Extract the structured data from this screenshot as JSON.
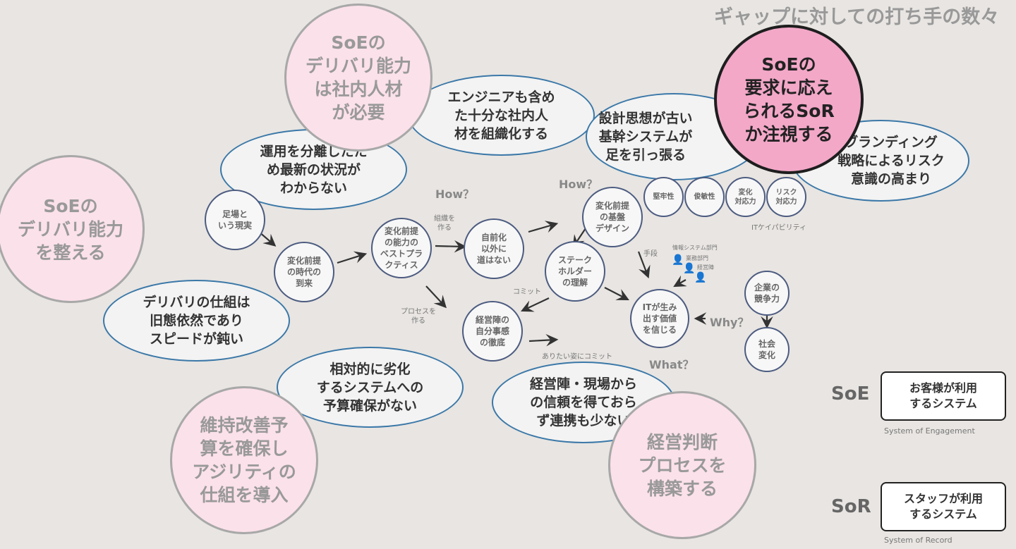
{
  "title": "ギャップに対しての打ち手の数々",
  "pink_circles": {
    "soe_talent": "SoEの\nデリバリ能力\nは社内人材\nが必要",
    "soe_delivery": "SoEの\nデリバリ能力\nを整える",
    "maintenance": "維持改善予\n算を確保し\nアジリティの\n仕組を導入",
    "management": "経営判断\nプロセスを\n構築する",
    "sor_watch": "SoEの\n要求に応え\nられるSoR\nか注視する"
  },
  "ellipses": {
    "ops": "運用を分離したた\nめ最新の状況が\nわからない",
    "engineers": "エンジニアも含め\nた十分な社内人\n材を組織化する",
    "legacy": "設計思想が古い\n基幹システムが\n足を引っ張る",
    "branding": "ブランディング\n戦略によるリスク\n意識の高まり",
    "delivery": "デリバリの仕組は\n旧態依然であり\nスピードが鈍い",
    "budget": "相対的に劣化\nするシステムへの\n予算確保がない",
    "trust": "経営陣・現場から\nの信頼を得ておら\nず連携も少ない"
  },
  "nodes": {
    "reality": "足場と\nいう現実",
    "era": "変化前提\nの時代の\n到来",
    "practice": "変化前提\nの能力の\nベストプラ\nクティス",
    "inhouse": "自前化\n以外に\n道はない",
    "platform": "変化前提\nの基盤\nデザイン",
    "stakeholder": "ステーク\nホルダー\nの理解",
    "value": "ITが生み\n出す価値\nを信じる",
    "ownership": "経営陣の\n自分事感\nの徹底",
    "competitive": "企業の\n競争力",
    "society": "社会\n変化",
    "robust": "堅牢性",
    "agile": "俊敏性",
    "change": "変化\n対応力",
    "risk": "リスク\n対応力"
  },
  "labels": {
    "how1": "How？",
    "how2": "How？",
    "what": "What？",
    "why": "Why？",
    "it_capability": "ITケイパビリティ",
    "org": "組織を\n作る",
    "process": "プロセスを\n作る",
    "commit": "コミット",
    "commit_vision": "ありたい姿にコミット",
    "means": "手段",
    "is_dept": "情報システム部門",
    "biz_dept": "業務部門",
    "exec": "経営陣"
  },
  "legend": {
    "soe": "SoE",
    "soe_box": "お客様が利用\nするシステム",
    "soe_full": "System of Engagement",
    "sor": "SoR",
    "sor_box": "スタッフが利用\nするシステム",
    "sor_full": "System of Record"
  }
}
